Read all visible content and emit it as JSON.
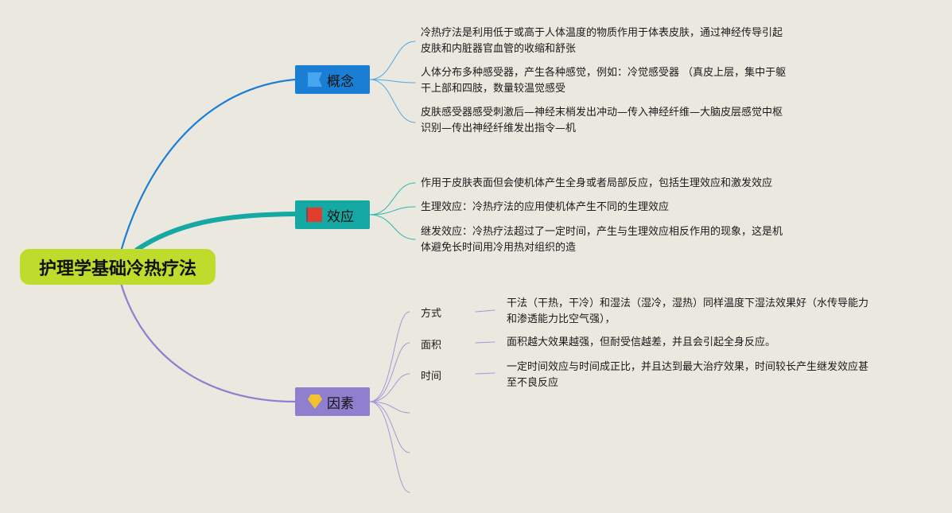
{
  "root": {
    "label": "护理学基础冷热疗法"
  },
  "branches": [
    {
      "label": "概念",
      "icon": "blue-flag-icon",
      "color": "#1a7fd4",
      "leaves": [
        {
          "lines": [
            "冷热疗法是利用低于或高于人体温度的物质作用于体表皮肤，通过神经传导引起",
            "皮肤和内脏器官血管的收缩和舒张"
          ]
        },
        {
          "lines": [
            "人体分布多种感受器，产生各种感觉，例如：冷觉感受器 （真皮上层，集中于躯",
            "干上部和四肢，数量较温觉感受"
          ]
        },
        {
          "lines": [
            "皮肤感受器感受刺激后—神经末梢发出冲动—传入神经纤维—大脑皮层感觉中枢",
            "识别—传出神经纤维发出指令—机"
          ]
        }
      ]
    },
    {
      "label": "效应",
      "icon": "red-flag-icon",
      "color": "#16a9a3",
      "leaves": [
        {
          "lines": [
            "作用于皮肤表面但会使机体产生全身或者局部反应，包括生理效应和激发效应"
          ]
        },
        {
          "lines": [
            "生理效应：冷热疗法的应用使机体产生不同的生理效应"
          ]
        },
        {
          "lines": [
            "继发效应：冷热疗法超过了一定时间，产生与生理效应相反作用的现象，这是机",
            "体避免长时间用冷用热对组织的造"
          ]
        }
      ]
    },
    {
      "label": "因素",
      "icon": "diamond-icon",
      "color": "#8f7fcf",
      "subs": [
        {
          "label": "方式",
          "lines": [
            "干法（干热，干冷）和湿法（湿冷，湿热）同样温度下湿法效果好（水传导能力",
            "和渗透能力比空气强），"
          ]
        },
        {
          "label": "面积",
          "lines": [
            "面积越大效果越强，但耐受信越差，并且会引起全身反应。"
          ]
        },
        {
          "label": "时间",
          "lines": [
            "一定时间效应与时间成正比，并且达到最大治疗效果，时间较长产生继发效应甚",
            "至不良反应"
          ]
        },
        {
          "label": "",
          "lines": []
        },
        {
          "label": "",
          "lines": []
        },
        {
          "label": "",
          "lines": []
        }
      ]
    }
  ]
}
